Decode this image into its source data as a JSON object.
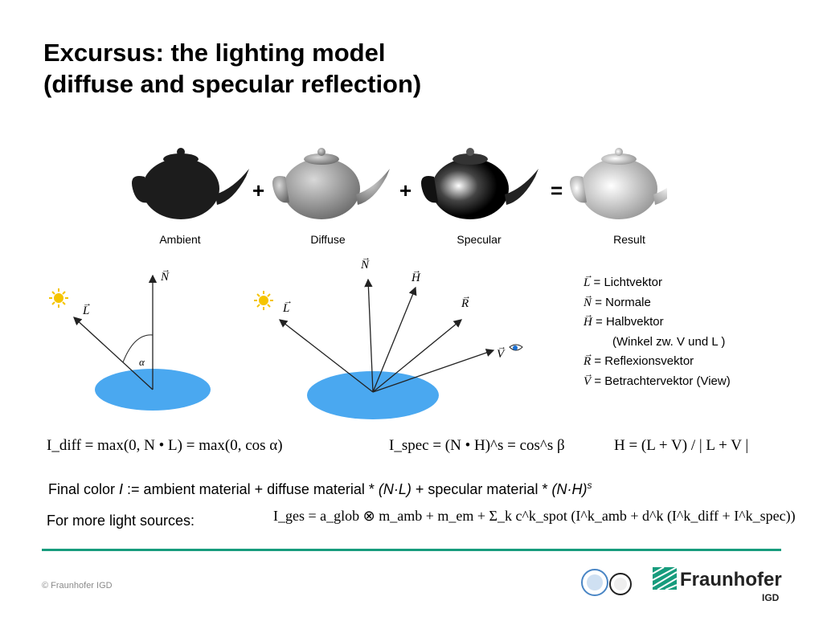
{
  "title": {
    "line1": "Excursus: the lighting model",
    "line2": "(diffuse and specular reflection)"
  },
  "teapots": [
    {
      "label": "Ambient"
    },
    {
      "label": "Diffuse"
    },
    {
      "label": "Specular"
    },
    {
      "label": "Result"
    }
  ],
  "operators": [
    "+",
    "+",
    "="
  ],
  "diagram_diffuse": {
    "vector_N": "N",
    "vector_L": "L",
    "angle": "α"
  },
  "diagram_specular": {
    "vector_N": "N",
    "vector_L": "L",
    "vector_H": "H",
    "vector_R": "R",
    "vector_V": "V"
  },
  "legend": [
    {
      "symbol": "L",
      "text": "= Lichtvektor"
    },
    {
      "symbol": "N",
      "text": "= Normale"
    },
    {
      "symbol": "H",
      "text": "= Halbvektor"
    },
    {
      "symbol": "",
      "text": "(Winkel zw. V  und L )"
    },
    {
      "symbol": "R",
      "text": "= Reflexionsvektor"
    },
    {
      "symbol": "V",
      "text": "= Betrachtervektor (View)"
    }
  ],
  "formulas": {
    "i_diff": "I_diff = max(0, N • L) = max(0, cos α)",
    "i_spec": "I_spec = (N • H)^s = cos^s β",
    "h_def": "H = (L + V) / | L + V |",
    "i_ges": "I_ges = a_glob ⊗ m_amb + m_em + Σ_k c^k_spot (I^k_amb + d^k (I^k_diff + I^k_spec))"
  },
  "final_color_line": {
    "prefix": "Final color ",
    "var": "I",
    "middle": " := ambient material + diffuse material * ",
    "nl": "(N·L)",
    "plus": " + specular material * ",
    "nh": "(N·H)",
    "exp": "s"
  },
  "more_lights_label": "For more light sources:",
  "footer": {
    "copyright": "© Fraunhofer IGD",
    "brand": "Fraunhofer",
    "brand_sub": "IGD"
  },
  "colors": {
    "accent_rule": "#179c7d",
    "surface": "#4aa8f0",
    "sun": "#f5c400"
  }
}
